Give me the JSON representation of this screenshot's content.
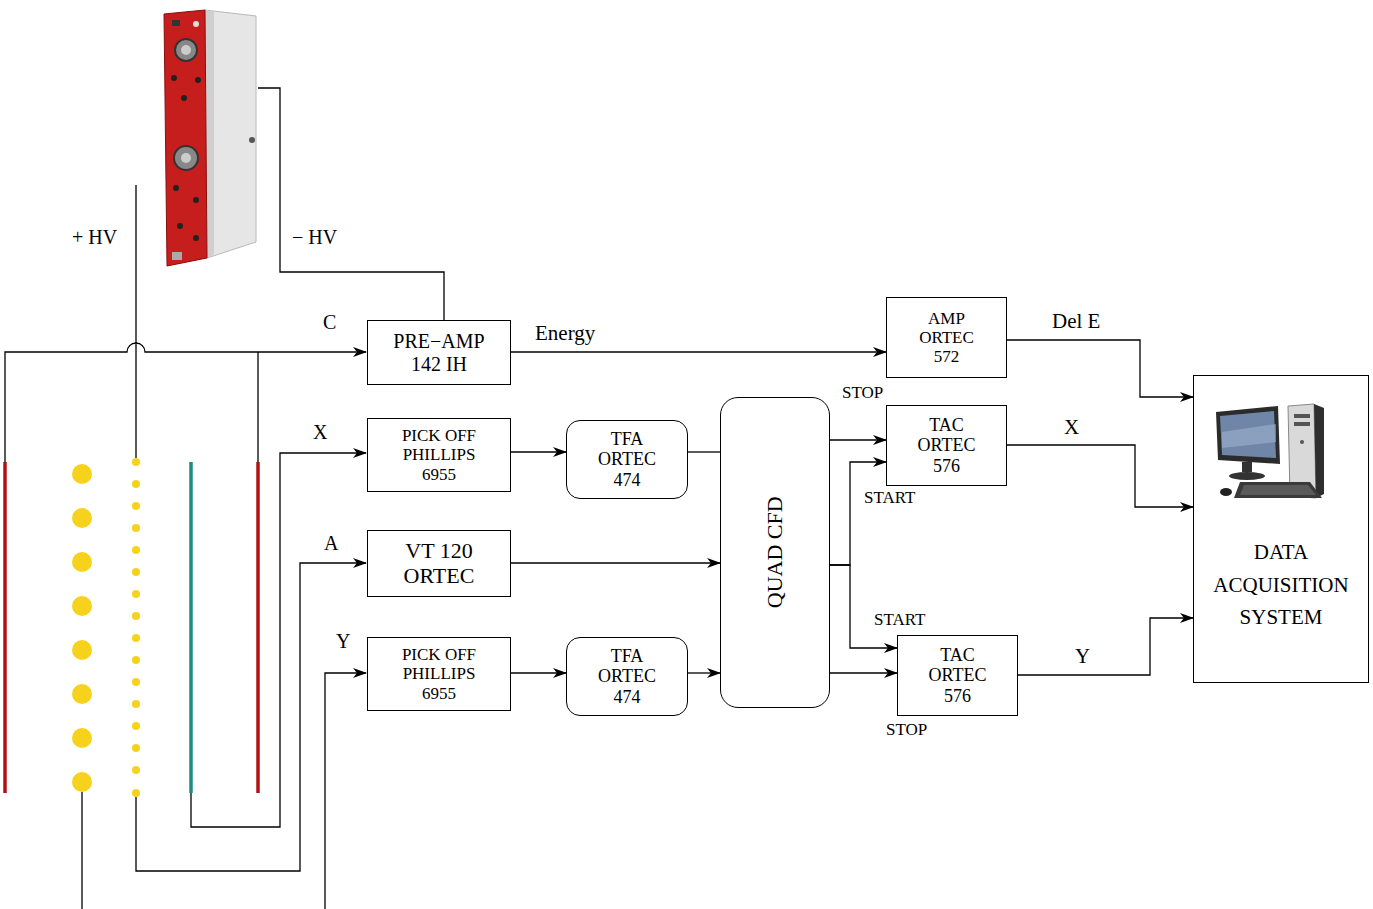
{
  "diagram": {
    "nodes": [
      {
        "text": [
          "PRE−AMP 142 IH"
        ]
      },
      {
        "text": [
          "AMP ORTEC 572"
        ]
      },
      {
        "text": [
          "PICK OFF PHILLIPS 6955"
        ]
      },
      {
        "text": [
          "TFA ORTEC 474"
        ]
      },
      {
        "text": [
          "VT 120 ORTEC"
        ]
      },
      {
        "text": [
          "PICK OFF PHILLIPS 6955"
        ]
      },
      {
        "text": [
          "TFA ORTEC 474"
        ]
      },
      {
        "text": [
          "QUAD CFD"
        ]
      },
      {
        "text": [
          "TAC ORTEC 576"
        ]
      },
      {
        "text": [
          "TAC ORTEC 576"
        ]
      },
      {
        "text": [
          "DATA ACQUISITION SYSTEM"
        ]
      }
    ],
    "edges": [
      {
        "from": 0,
        "to": 1,
        "label": "Energy",
        "arrow": "to"
      },
      {
        "from": 1,
        "to": 10,
        "label": "Del E",
        "arrow": "to"
      },
      {
        "from": 2,
        "to": 3,
        "arrow": "to"
      },
      {
        "from": 3,
        "to": 7,
        "arrow": "none"
      },
      {
        "from": 4,
        "to": 7,
        "arrow": "to"
      },
      {
        "from": 5,
        "to": 6,
        "arrow": "to"
      },
      {
        "from": 6,
        "to": 7,
        "arrow": "to"
      },
      {
        "from": 7,
        "to": 8,
        "arrow": "to"
      },
      {
        "from": 7,
        "to": 8,
        "arrow": "to"
      },
      {
        "from": 7,
        "to": 9,
        "arrow": "to"
      },
      {
        "from": 7,
        "to": 9,
        "arrow": "to"
      },
      {
        "from": 8,
        "to": 10,
        "label": "X",
        "arrow": "to"
      },
      {
        "from": 9,
        "to": 10,
        "label": "Y",
        "arrow": "to"
      }
    ],
    "labels": [
      "+ HV",
      "− HV",
      "C",
      "X",
      "A",
      "Y",
      "STOP",
      "START",
      "START",
      "STOP"
    ]
  }
}
